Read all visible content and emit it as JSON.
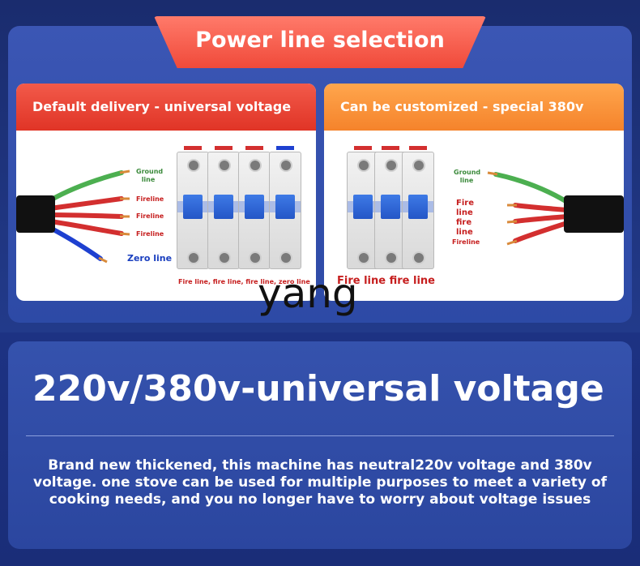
{
  "banner": {
    "title": "Power line selection"
  },
  "cards": {
    "left": {
      "header": "Default delivery - universal voltage",
      "labels": {
        "ground": "Ground line",
        "fire1": "Fireline",
        "fire2": "Fireline",
        "fire3": "Fireline",
        "zero": "Zero line"
      },
      "caption": "Fire line, fire line, fire line, zero line"
    },
    "right": {
      "header": "Can be customized - special 380v",
      "labels": {
        "ground": "Ground line",
        "fire1": "Fire line",
        "fire2": "fire line",
        "fire3": "Fireline"
      },
      "caption": "Fire line fire line"
    }
  },
  "watermark": "yang",
  "info": {
    "headline": "220v/380v-universal voltage",
    "description": "Brand new thickened, this machine has neutral220v voltage and 380v voltage. one stove can be used for multiple purposes to meet a variety of cooking needs, and you no longer have to worry about voltage issues"
  },
  "colors": {
    "background": "#1f3480",
    "panel": "#3552ad",
    "ribbon": "#f04a3a",
    "left_header": "#e03426",
    "right_header": "#f5832b",
    "breaker_switch": "#2456c7",
    "wire_green": "#4caf50",
    "wire_red": "#d32f2f",
    "wire_blue": "#1e40d0"
  }
}
